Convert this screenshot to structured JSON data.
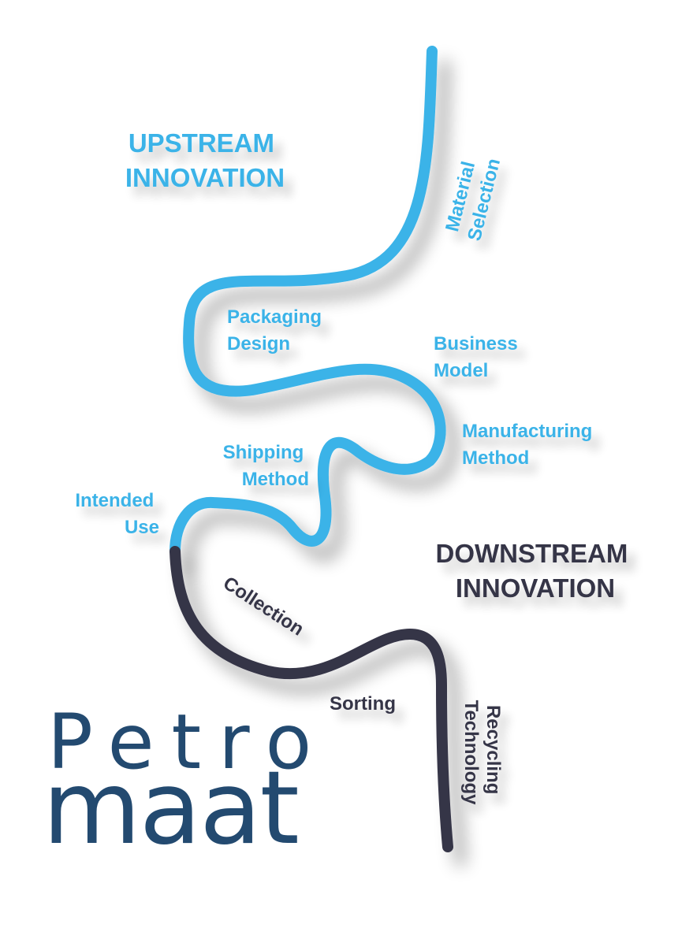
{
  "diagram": {
    "upstream": {
      "line1": "UPSTREAM",
      "line2": "INNOVATION"
    },
    "downstream": {
      "line1": "DOWNSTREAM",
      "line2": "INNOVATION"
    },
    "stages": {
      "material_selection": {
        "line1": "Material",
        "line2": "Selection"
      },
      "packaging_design": {
        "line1": "Packaging",
        "line2": "Design"
      },
      "business_model": {
        "line1": "Business",
        "line2": "Model"
      },
      "manufacturing_method": {
        "line1": "Manufacturing",
        "line2": "Method"
      },
      "shipping_method": {
        "line1": "Shipping",
        "line2": "Method"
      },
      "intended_use": {
        "line1": "Intended",
        "line2": "Use"
      },
      "collection": {
        "label": "Collection"
      },
      "sorting": {
        "label": "Sorting"
      },
      "recycling_technology": {
        "line1": "Recycling",
        "line2": "Technology"
      }
    }
  },
  "logo": {
    "line1": "Petro",
    "line2": "maat"
  },
  "colors": {
    "upstream": "#3ab3e8",
    "downstream": "#363447",
    "logo": "#234a70"
  }
}
